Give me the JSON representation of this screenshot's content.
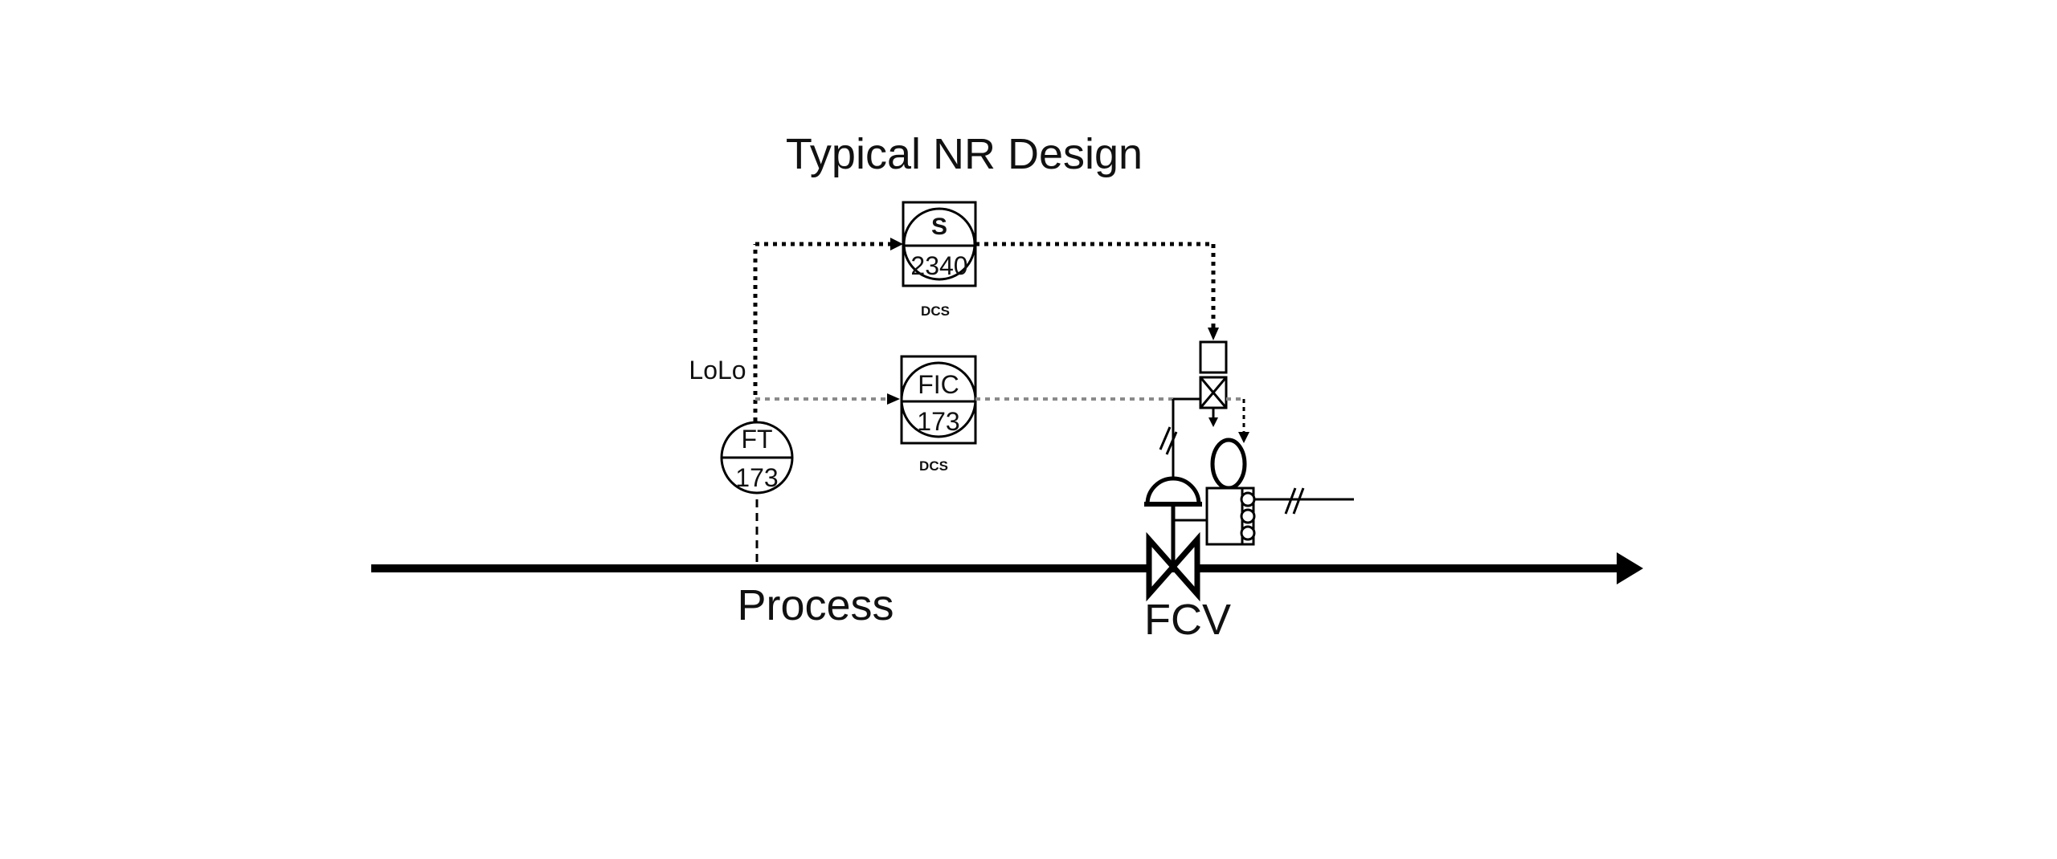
{
  "title": "Typical NR Design",
  "labels": {
    "lolo": "LoLo",
    "process": "Process",
    "fcv": "FCV"
  },
  "instruments": {
    "ft": {
      "function": "FT",
      "number": "173"
    },
    "fic": {
      "function": "FIC",
      "number": "173",
      "system": "DCS"
    },
    "s": {
      "function": "S",
      "number": "2340",
      "system": "DCS"
    }
  },
  "colors": {
    "line": "#000000",
    "signal_gray": "#8a8a8a",
    "background": "#ffffff"
  }
}
